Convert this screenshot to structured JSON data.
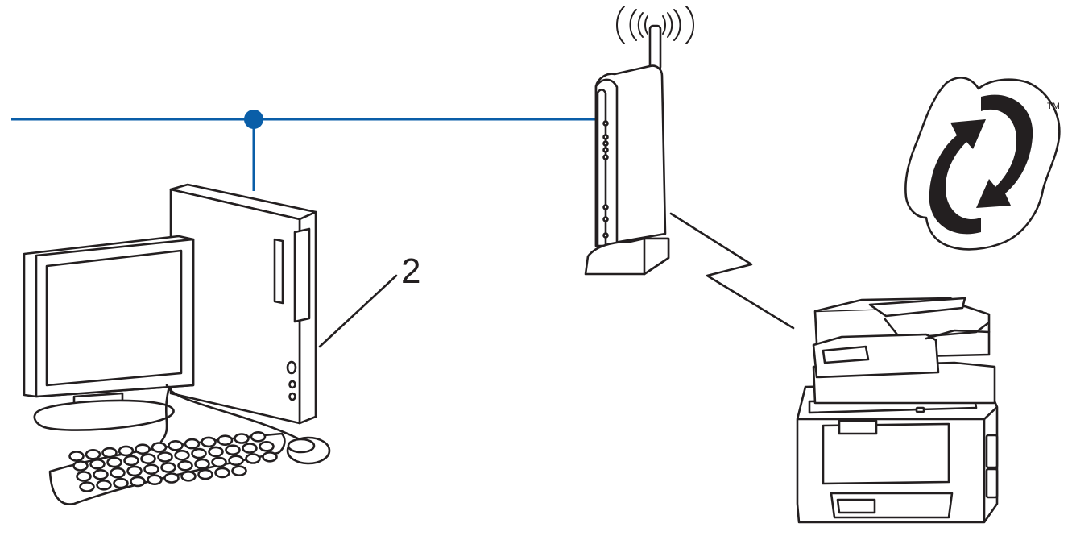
{
  "callout_label": "2",
  "trademark_mark": "TM",
  "icons": [
    "network-cable",
    "network-junction",
    "desktop-computer",
    "wireless-router",
    "radio-wave",
    "wireless-link",
    "wps-logo",
    "multifunction-printer"
  ],
  "colors": {
    "network_line": "#0a5ea8",
    "outline": "#231f20",
    "logo_fill": "#231f20",
    "background": "#ffffff"
  }
}
